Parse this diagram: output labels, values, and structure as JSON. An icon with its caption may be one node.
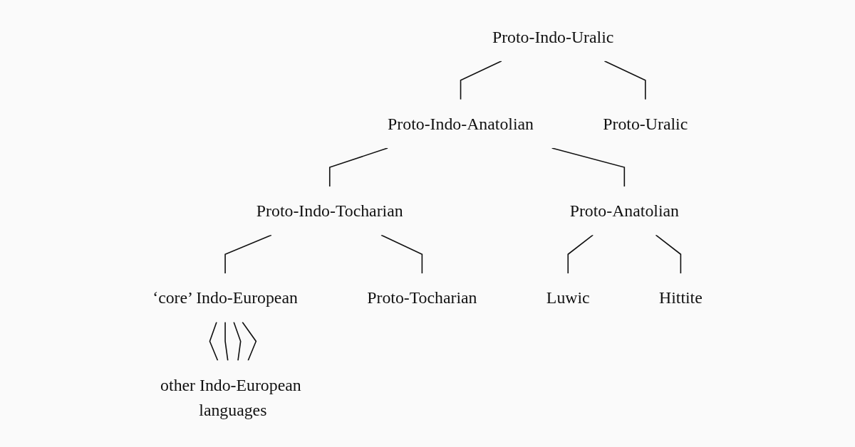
{
  "diagram": {
    "nodes": [
      {
        "text": [
          "Proto-Indo-Uralic"
        ]
      },
      {
        "text": [
          "Proto-Indo-Anatolian"
        ]
      },
      {
        "text": [
          "Proto-Uralic"
        ]
      },
      {
        "text": [
          "Proto-Indo-Tocharian"
        ]
      },
      {
        "text": [
          "Proto-Anatolian"
        ]
      },
      {
        "text": [
          "‘core’ Indo-European"
        ]
      },
      {
        "text": [
          "Proto-Tocharian"
        ]
      },
      {
        "text": [
          "Luwic"
        ]
      },
      {
        "text": [
          "Hittite"
        ]
      },
      {
        "text": [
          "other Indo-European languages"
        ]
      }
    ],
    "edges": [
      {
        "from": 0,
        "to": 1,
        "arrow": "none"
      },
      {
        "from": 0,
        "to": 2,
        "arrow": "none"
      },
      {
        "from": 1,
        "to": 3,
        "arrow": "none"
      },
      {
        "from": 1,
        "to": 4,
        "arrow": "none"
      },
      {
        "from": 3,
        "to": 5,
        "arrow": "none"
      },
      {
        "from": 3,
        "to": 6,
        "arrow": "none"
      },
      {
        "from": 4,
        "to": 7,
        "arrow": "none"
      },
      {
        "from": 4,
        "to": 8,
        "arrow": "none"
      },
      {
        "from": 5,
        "to": 9,
        "arrow": "none"
      },
      {
        "from": 5,
        "to": 9,
        "arrow": "none"
      },
      {
        "from": 5,
        "to": 9,
        "arrow": "none"
      },
      {
        "from": 5,
        "to": 9,
        "arrow": "none"
      }
    ]
  }
}
